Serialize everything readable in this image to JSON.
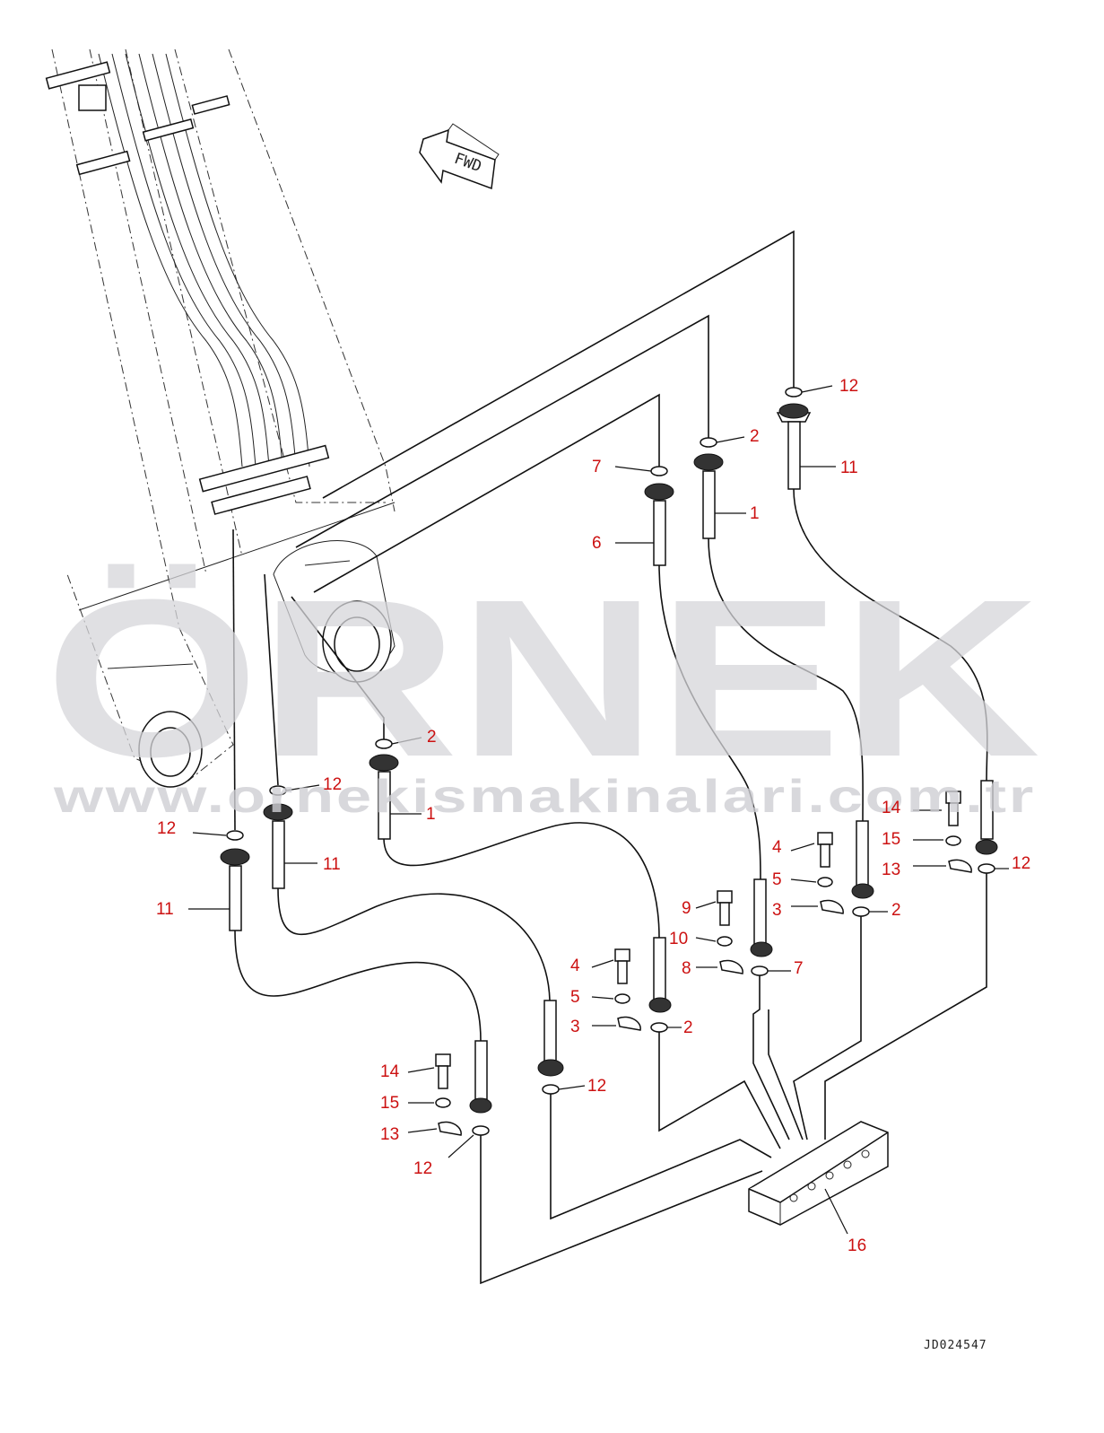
{
  "watermark": {
    "brand": "ÖRNEK",
    "url": "www.ornekismakinalari.com.tr",
    "color": "#d6d6da"
  },
  "direction_marker": {
    "label": "FWD"
  },
  "drawing_code": "JD024547",
  "callout_color": "#cc1111",
  "callouts": [
    {
      "id": "c12-top-right",
      "label": "12"
    },
    {
      "id": "c2-top",
      "label": "2"
    },
    {
      "id": "c11-top-right",
      "label": "11"
    },
    {
      "id": "c7-top",
      "label": "7"
    },
    {
      "id": "c1-top",
      "label": "1"
    },
    {
      "id": "c6-top",
      "label": "6"
    },
    {
      "id": "c2-mid",
      "label": "2"
    },
    {
      "id": "c12-mid",
      "label": "12"
    },
    {
      "id": "c1-mid",
      "label": "1"
    },
    {
      "id": "c12-left",
      "label": "12"
    },
    {
      "id": "c11-mid",
      "label": "11"
    },
    {
      "id": "c11-left",
      "label": "11"
    },
    {
      "id": "c14-right",
      "label": "14"
    },
    {
      "id": "c15-right",
      "label": "15"
    },
    {
      "id": "c13-right",
      "label": "13"
    },
    {
      "id": "c12-right",
      "label": "12"
    },
    {
      "id": "c4-right",
      "label": "4"
    },
    {
      "id": "c5-right",
      "label": "5"
    },
    {
      "id": "c3-right",
      "label": "3"
    },
    {
      "id": "c2-right",
      "label": "2"
    },
    {
      "id": "c9-center",
      "label": "9"
    },
    {
      "id": "c10-center",
      "label": "10"
    },
    {
      "id": "c8-center",
      "label": "8"
    },
    {
      "id": "c7-center",
      "label": "7"
    },
    {
      "id": "c4-center",
      "label": "4"
    },
    {
      "id": "c5-center",
      "label": "5"
    },
    {
      "id": "c3-center",
      "label": "3"
    },
    {
      "id": "c2-center",
      "label": "2"
    },
    {
      "id": "c12-center",
      "label": "12"
    },
    {
      "id": "c14-left",
      "label": "14"
    },
    {
      "id": "c15-left",
      "label": "15"
    },
    {
      "id": "c13-left",
      "label": "13"
    },
    {
      "id": "c12-bottom",
      "label": "12"
    },
    {
      "id": "c16-valve",
      "label": "16"
    }
  ]
}
